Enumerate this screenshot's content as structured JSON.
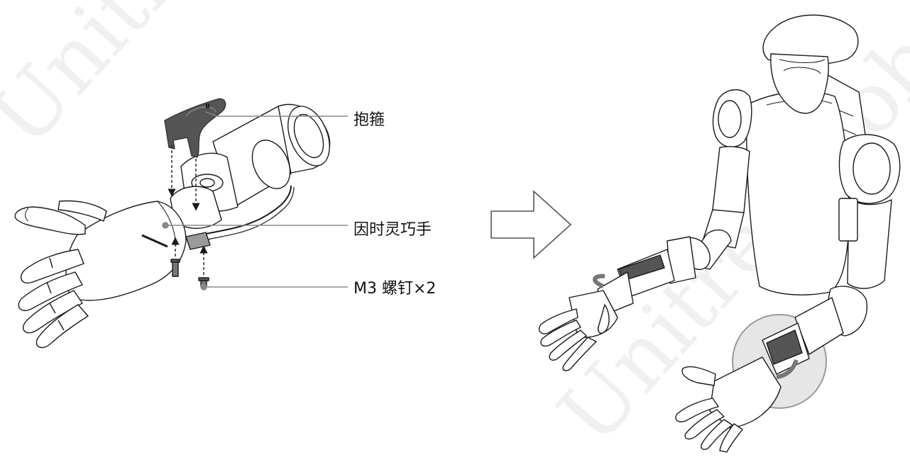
{
  "watermark": {
    "text": "Unitree Robotics"
  },
  "callouts": {
    "clamp": "抱箍",
    "dexterous_hand": "因时灵巧手",
    "screws": "M3 螺钉×2"
  },
  "colors": {
    "line": "#1a1a1a",
    "leader": "#8a8a8a",
    "clamp_fill": "#555555",
    "highlight": "#c8c8c8",
    "arrow_outline": "#555555"
  }
}
